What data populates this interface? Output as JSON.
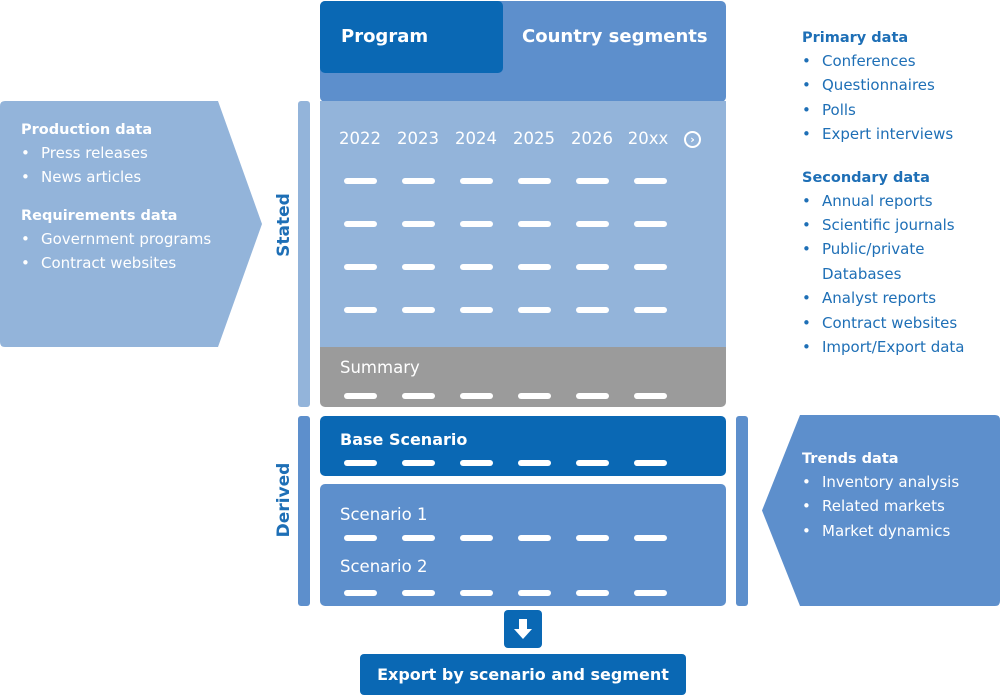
{
  "left_panel": {
    "production_heading": "Production data",
    "production_items": [
      "Press releases",
      "News articles"
    ],
    "requirements_heading": "Requirements data",
    "requirements_items": [
      "Government programs",
      "Contract websites"
    ]
  },
  "labels": {
    "stated": "Stated",
    "derived": "Derived"
  },
  "header": {
    "program": "Program",
    "country_segments": "Country segments"
  },
  "years": [
    "2022",
    "2023",
    "2024",
    "2025",
    "2026",
    "20xx"
  ],
  "summary": "Summary",
  "base_scenario": "Base Scenario",
  "scenarios": [
    "Scenario 1",
    "Scenario 2"
  ],
  "right_panel": {
    "primary_heading": "Primary data",
    "primary_items": [
      "Conferences",
      "Questionnaires",
      "Polls",
      "Expert interviews"
    ],
    "secondary_heading": "Secondary data",
    "secondary_items": [
      "Annual reports",
      "Scientific journals",
      "Public/private",
      "Databases",
      "Analyst reports",
      "Contract websites",
      "Import/Export data"
    ]
  },
  "trends": {
    "heading": "Trends data",
    "items": [
      "Inventory analysis",
      "Related markets",
      "Market dynamics"
    ]
  },
  "export_label": "Export by scenario and segment",
  "colors": {
    "dark_blue": "#0a68b4",
    "mid_blue": "#5d8fcc",
    "light_blue": "#93b4da",
    "grey": "#9b9b9b",
    "text_blue": "#1e6fb6"
  }
}
